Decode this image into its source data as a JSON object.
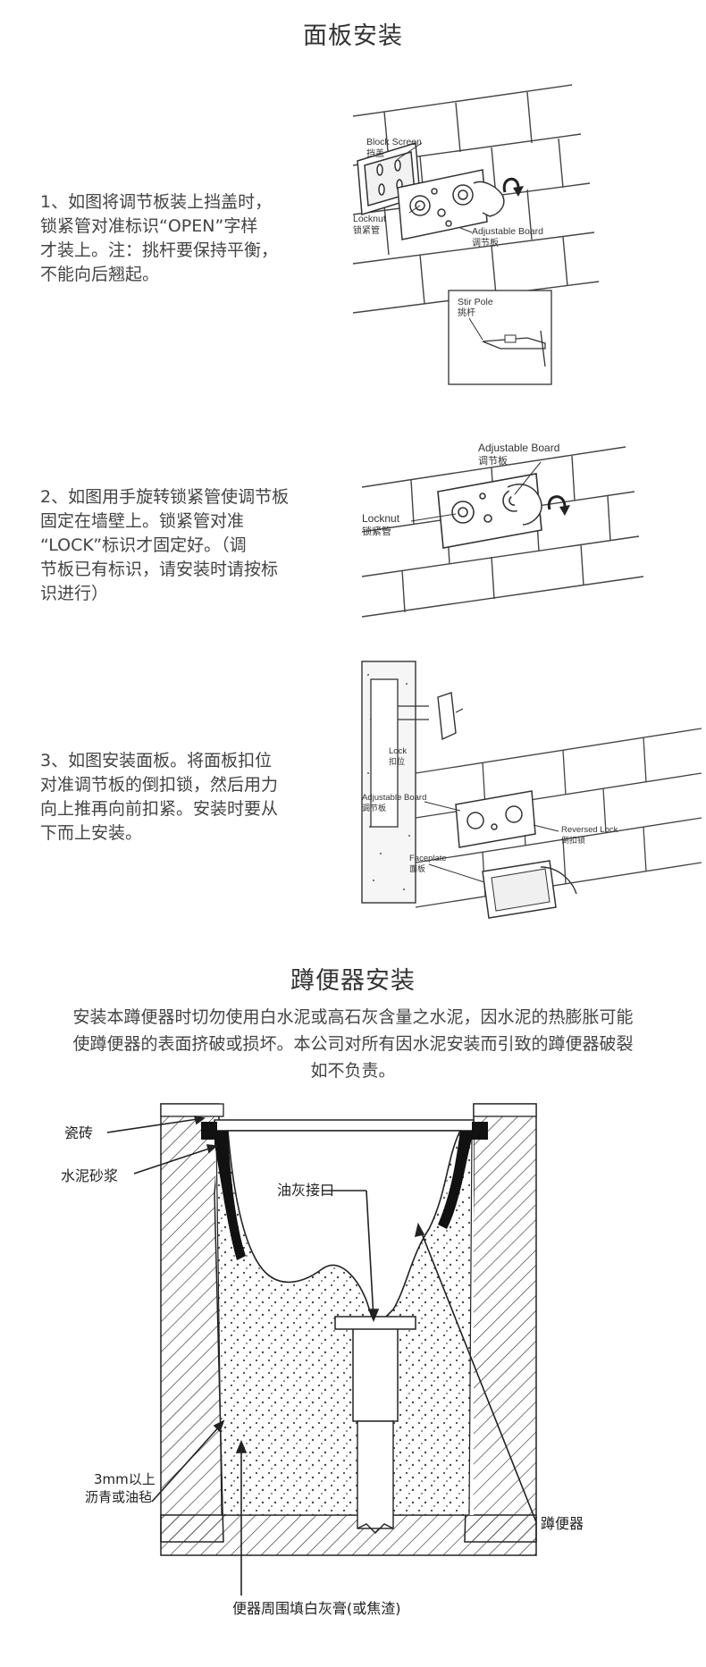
{
  "section1": {
    "title": "面板安装",
    "step1_lines": [
      "1、如图将调节板装上挡盖时，",
      "锁紧管对准标识“OPEN”字样",
      "才装上。注：挑杆要保持平衡，",
      "不能向后翘起。"
    ],
    "fig1_labels": {
      "block_screen_en": "Block Screen",
      "block_screen_cn": "挡盖",
      "locknut_en": "Locknut",
      "locknut_cn": "锁紧管",
      "adjustable_board_en": "Adjustable Board",
      "adjustable_board_cn": "调节板",
      "stir_pole_en": "Stir Pole",
      "stir_pole_cn": "挑杆"
    },
    "step2_lines": [
      "2、如图用手旋转锁紧管使调节板",
      "固定在墙壁上。锁紧管对准",
      "“LOCK”标识才固定好。（调",
      "节板已有标识，请安装时请按标",
      "识进行）"
    ],
    "fig2_labels": {
      "adjustable_board_en": "Adjustable Board",
      "adjustable_board_cn": "调节板",
      "locknut_en": "Locknut",
      "locknut_cn": "锁紧管"
    },
    "step3_lines": [
      "3、如图安装面板。将面板扣位",
      "对准调节板的倒扣锁，然后用力",
      "向上推再向前扣紧。安装时要从",
      "下而上安装。"
    ],
    "fig3_labels": {
      "lock_en": "Lock",
      "lock_cn": "扣位",
      "adjustable_board_en": "Adjustable Board",
      "adjustable_board_cn": "调节板",
      "reversed_lock_en": "Reversed Lock",
      "reversed_lock_cn": "倒扣锁",
      "faceplate_en": "Faceplate",
      "faceplate_cn": "面板"
    }
  },
  "section2": {
    "title": "蹲便器安装",
    "warning_lines": [
      "安装本蹲便器时切勿使用白水泥或高石灰含量之水泥，因水泥的热膨胀可能",
      "使蹲便器的表面挤破或损坏。本公司对所有因水泥安装而引致的蹲便器破裂",
      "如不负责。"
    ],
    "diagram_labels": {
      "tile": "瓷砖",
      "mortar": "水泥砂浆",
      "putty_joint": "油灰接口",
      "asphalt_1": "3mm以上",
      "asphalt_2": "沥青或油毡",
      "squat_toilet": "蹲便器",
      "fill": "便器周围填白灰膏(或焦渣)"
    }
  }
}
